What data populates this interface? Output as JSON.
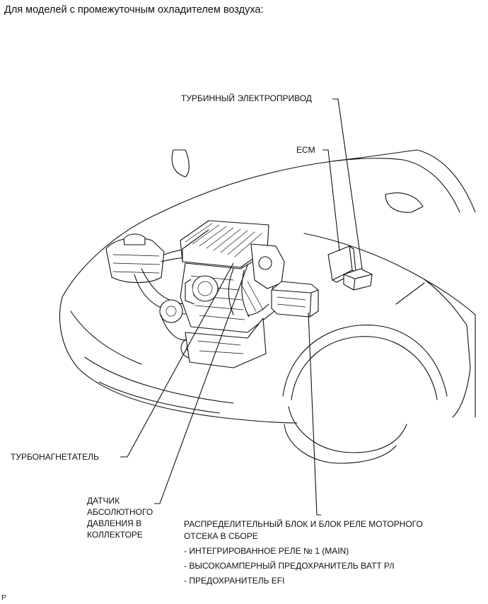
{
  "caption": "Для моделей с промежуточным охладителем воздуха:",
  "labels": {
    "turbo_actuator": "ТУРБИННЫЙ ЭЛЕКТРОПРИВОД",
    "ecm": "ECM",
    "turbocharger": "ТУРБОНАГНЕТАТЕЛЬ",
    "map_sensor": [
      "ДАТЧИК",
      "АБСОЛЮТНОГО",
      "ДАВЛЕНИЯ В",
      "КОЛЛЕКТОРЕ"
    ],
    "relay_block": {
      "title": [
        "РАСПРЕДЕЛИТЕЛЬНЫЙ БЛОК И БЛОК РЕЛЕ МОТОРНОГО",
        "ОТСЕКА В СБОРЕ"
      ],
      "items": [
        "- ИНТЕГРИРОВАННОЕ РЕЛЕ № 1 (MAIN)",
        "- ВЫСОКОАМПЕРНЫЙ ПРЕДОХРАНИТЕЛЬ BATT P/I",
        "- ПРЕДОХРАНИТЕЛЬ EFI"
      ]
    }
  },
  "figure_code": "P",
  "icons": [
    "vehicle-engine-bay-illustration"
  ]
}
